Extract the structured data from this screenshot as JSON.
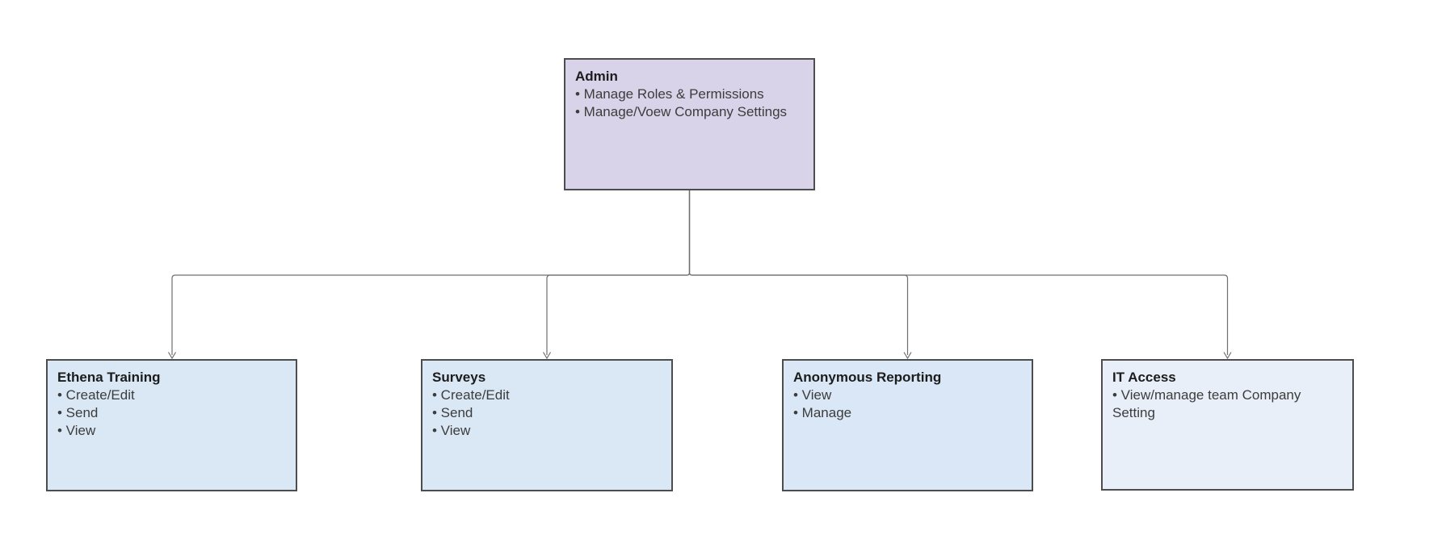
{
  "diagram": {
    "type": "org-chart",
    "background": "#ffffff",
    "connector_color": "#6f6f6f",
    "node_border_color": "#4d4d4d",
    "title_color": "#1c1c1c",
    "text_color": "#3c3c3c",
    "nodes": {
      "admin": {
        "title": "Admin",
        "bullets": [
          "• Manage Roles & Permissions",
          "• Manage/Voew Company Settings"
        ],
        "fill": "#d9d3e9"
      },
      "ethena_training": {
        "title": "Ethena Training",
        "bullets": [
          "• Create/Edit",
          "• Send",
          "• View"
        ],
        "fill": "#dae8f6"
      },
      "surveys": {
        "title": "Surveys",
        "bullets": [
          "• Create/Edit",
          "• Send",
          "• View"
        ],
        "fill": "#dae8f6"
      },
      "anonymous_reporting": {
        "title": "Anonymous Reporting",
        "bullets": [
          "• View",
          "• Manage"
        ],
        "fill": "#d9e7f6"
      },
      "it_access": {
        "title": "IT Access",
        "bullets": [
          "• View/manage team Company Setting"
        ],
        "fill": "#e9eff9"
      }
    },
    "edges": [
      {
        "from": "admin",
        "to": "ethena_training",
        "style": "elbow-open-arrow"
      },
      {
        "from": "admin",
        "to": "surveys",
        "style": "elbow-open-arrow"
      },
      {
        "from": "admin",
        "to": "anonymous_reporting",
        "style": "elbow-open-arrow"
      },
      {
        "from": "admin",
        "to": "it_access",
        "style": "elbow-open-arrow"
      }
    ]
  }
}
